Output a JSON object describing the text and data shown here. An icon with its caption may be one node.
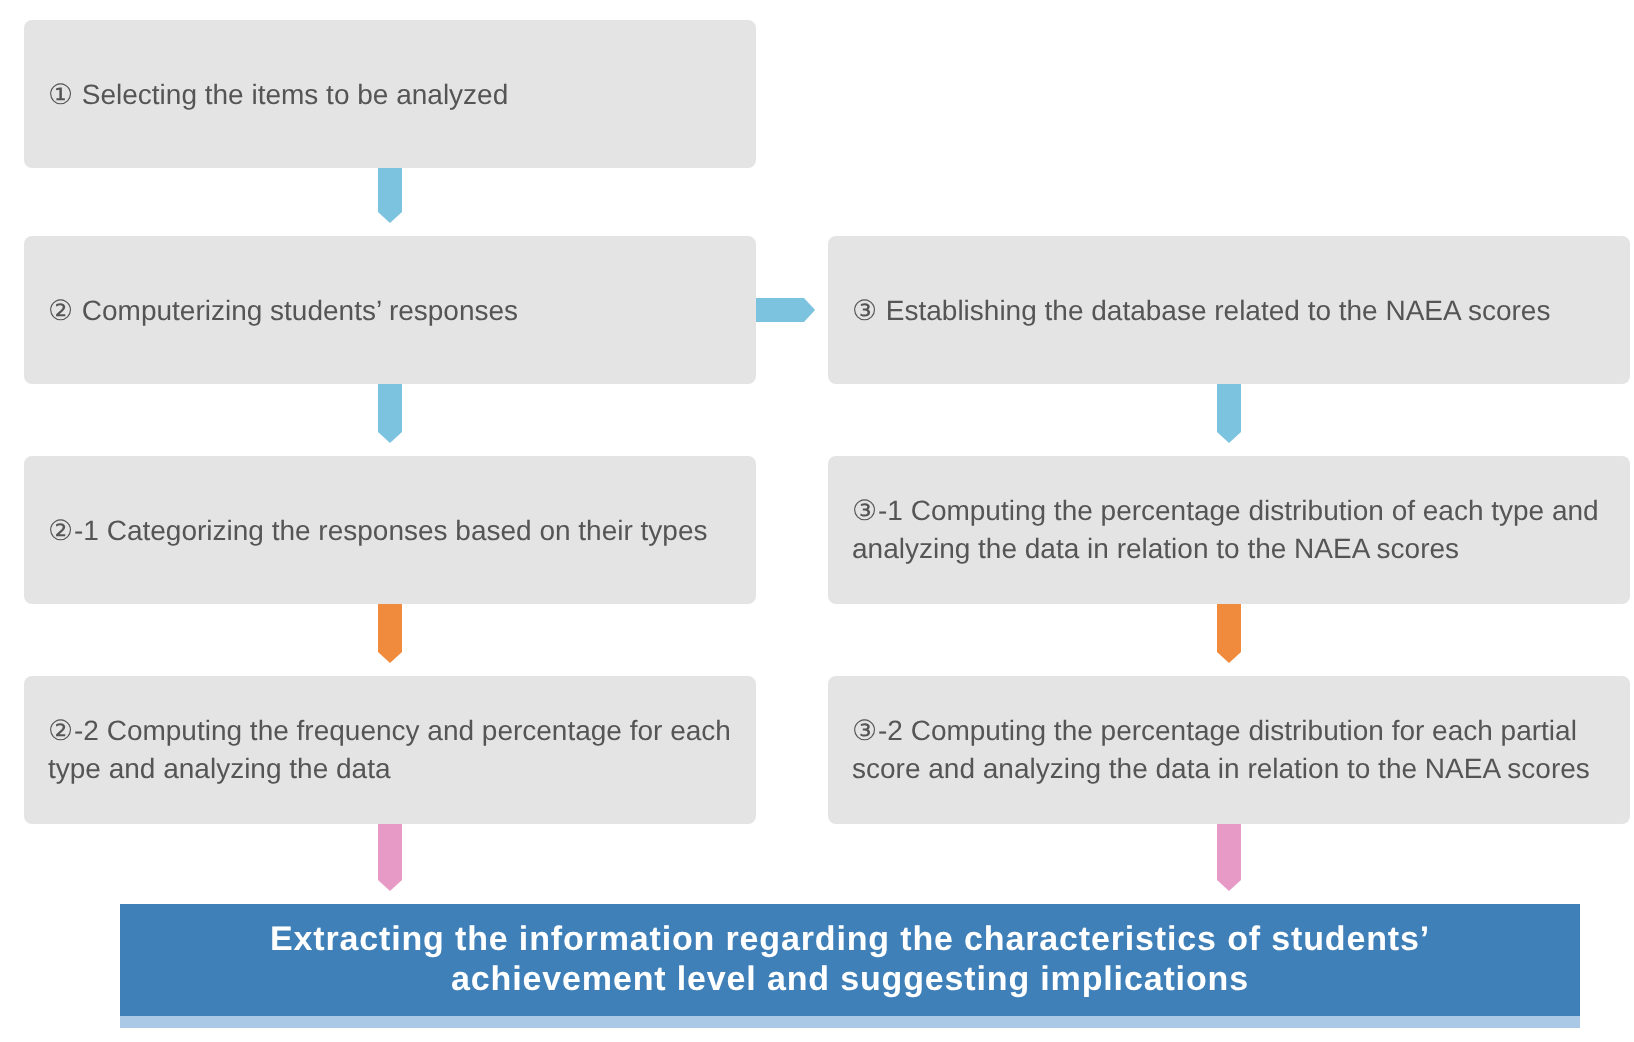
{
  "diagram": {
    "nodes": [
      {
        "text": [
          "① Selecting the items to be analyzed"
        ]
      },
      {
        "text": [
          "② Computerizing students’ responses"
        ]
      },
      {
        "text": [
          "②-1 Categorizing the responses based on their types"
        ]
      },
      {
        "text": [
          "②-2 Computing the frequency and percentage for each type and analyzing the data"
        ]
      },
      {
        "text": [
          "③ Establishing the database related to the NAEA scores"
        ]
      },
      {
        "text": [
          "③-1 Computing the percentage distribution of each type and analyzing the data in relation to the NAEA scores"
        ]
      },
      {
        "text": [
          "③-2 Computing the percentage distribution for each partial score and analyzing the data in relation to the NAEA scores"
        ]
      },
      {
        "text": [
          "Extracting the information regarding the characteristics of students’ achievement level and suggesting implications"
        ]
      }
    ],
    "edges": [
      {
        "from": 0,
        "to": 1,
        "arrow": "to"
      },
      {
        "from": 1,
        "to": 2,
        "arrow": "to"
      },
      {
        "from": 1,
        "to": 4,
        "arrow": "to"
      },
      {
        "from": 2,
        "to": 3,
        "arrow": "to",
        "color": "#f08a3c"
      },
      {
        "from": 4,
        "to": 5,
        "arrow": "to"
      },
      {
        "from": 5,
        "to": 6,
        "arrow": "to",
        "color": "#f08a3c"
      },
      {
        "from": 3,
        "to": 7,
        "arrow": "to",
        "color": "#e79ac6"
      },
      {
        "from": 6,
        "to": 7,
        "arrow": "to",
        "color": "#e79ac6"
      }
    ]
  }
}
